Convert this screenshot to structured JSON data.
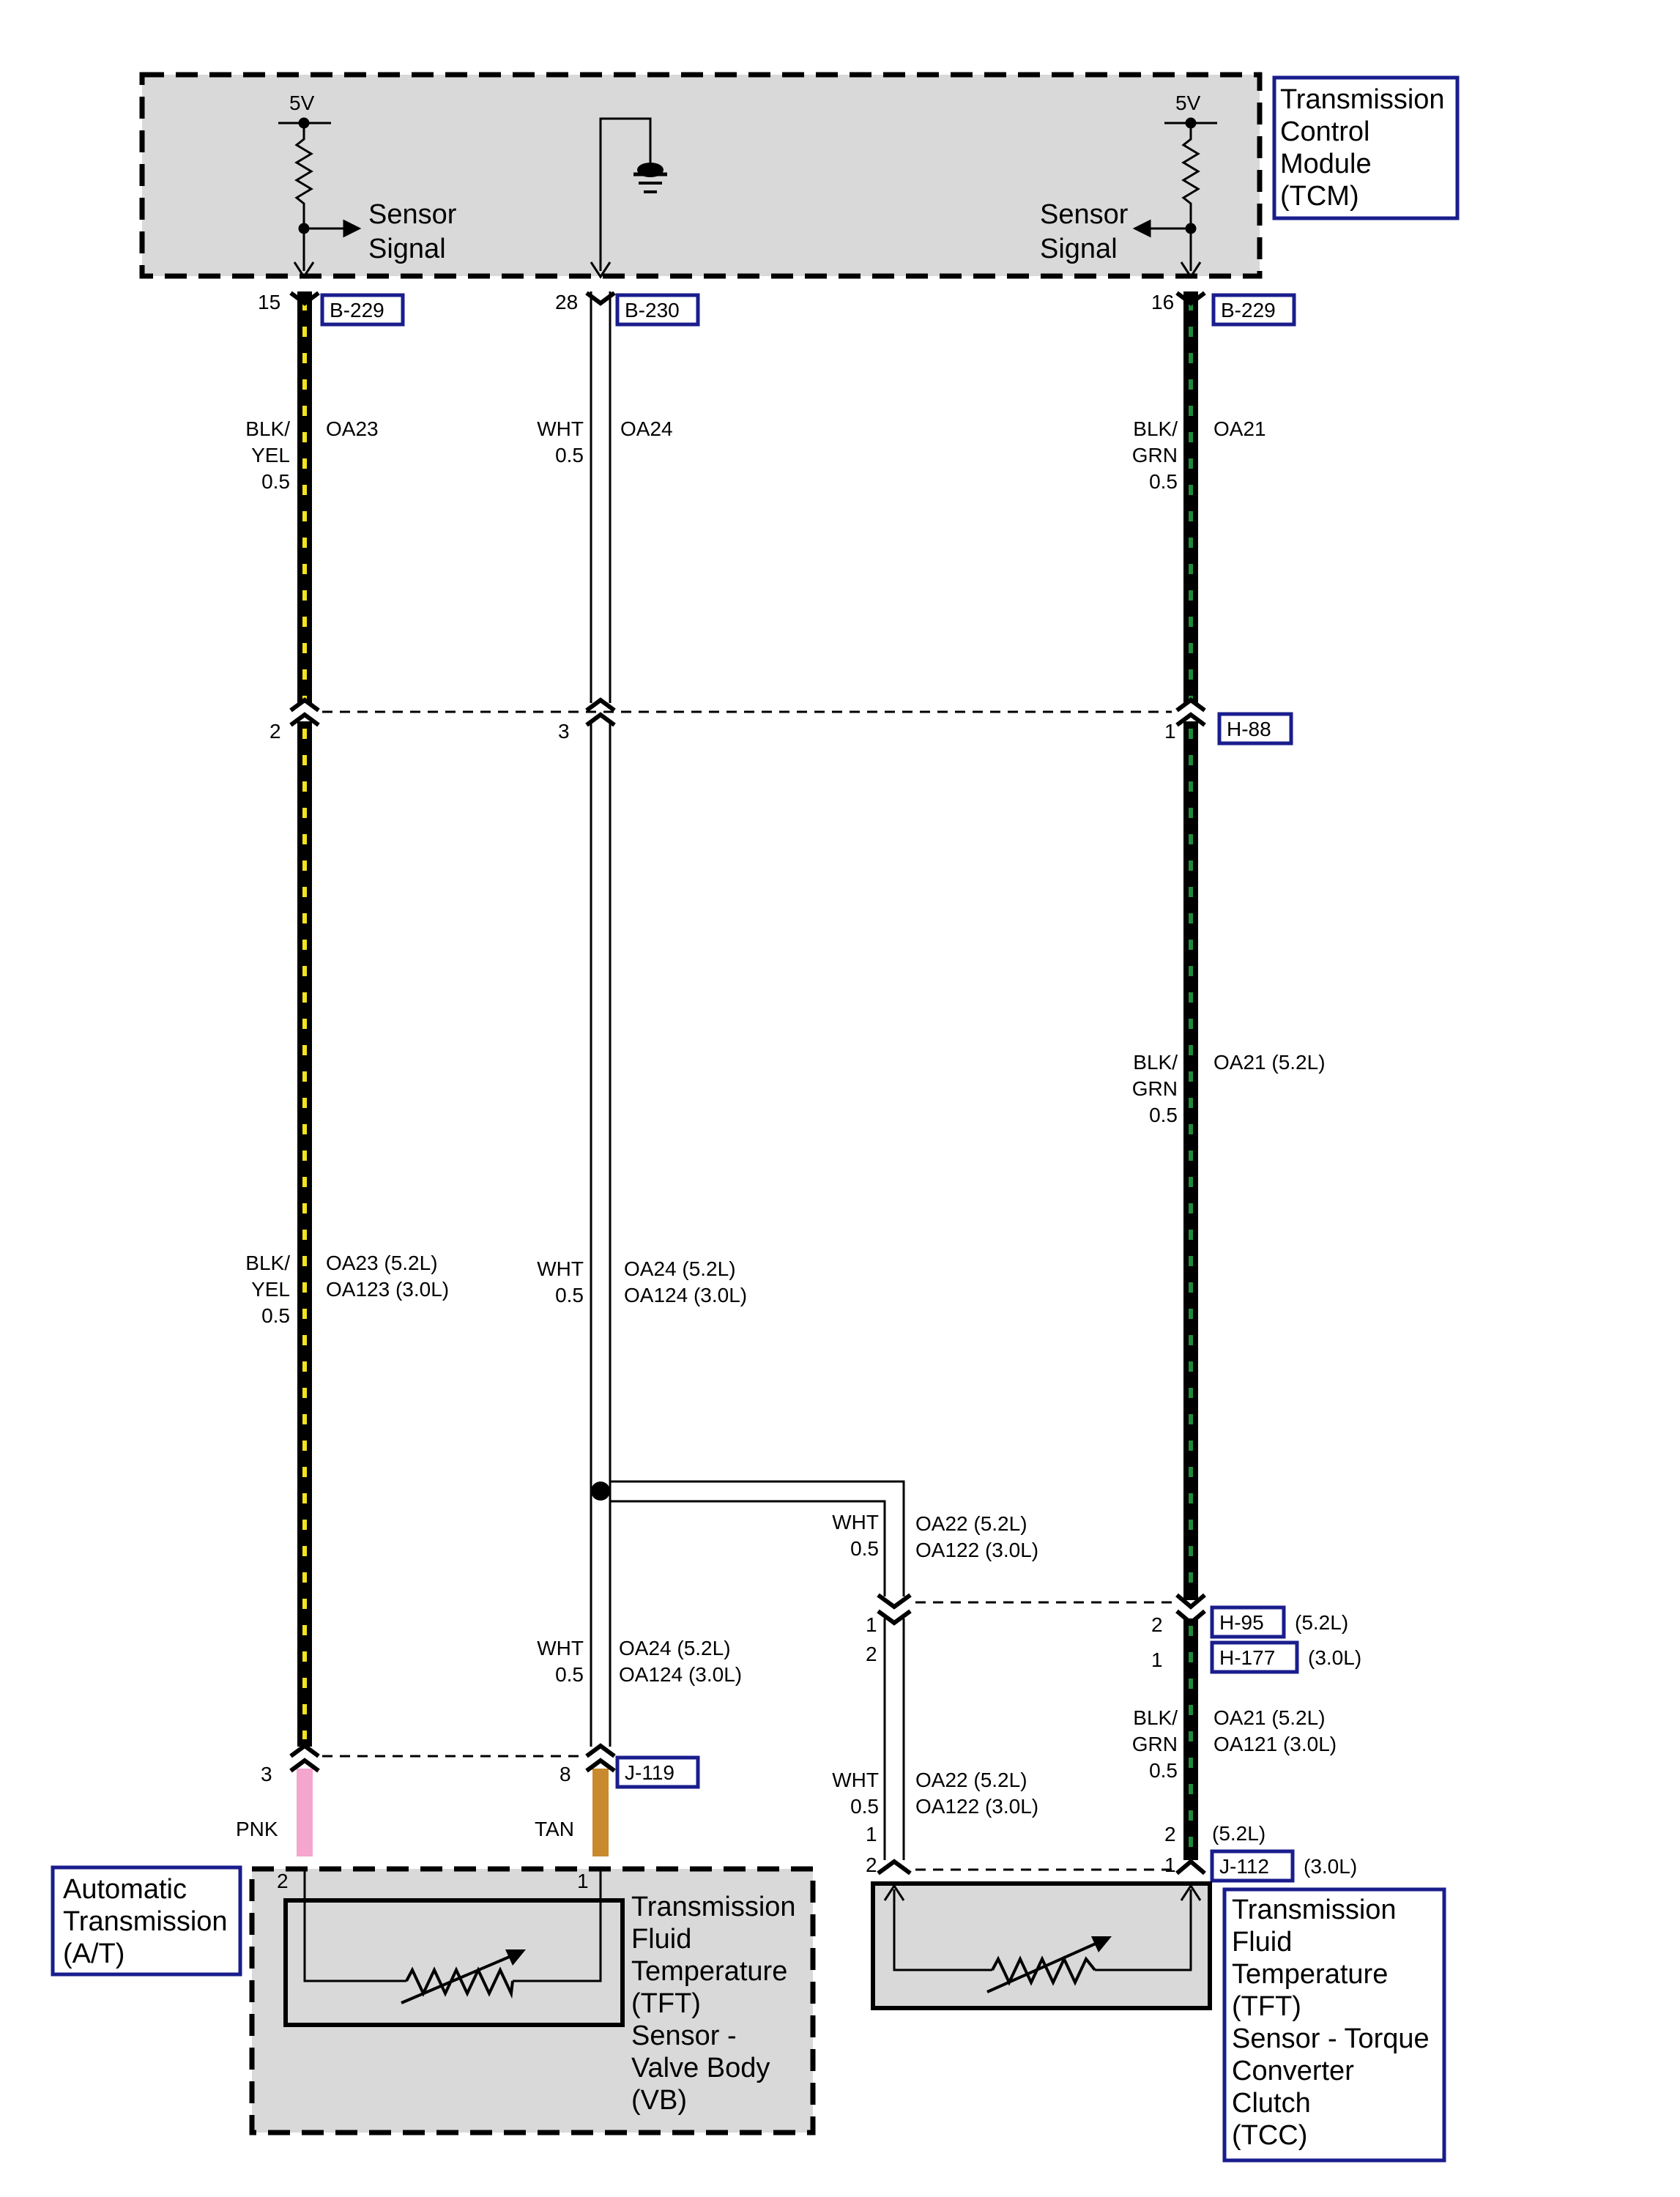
{
  "tcm": {
    "title_lines": [
      "Transmission",
      "Control",
      "Module",
      "(TCM)"
    ],
    "left_voltage": "5V",
    "right_voltage": "5V",
    "left_signal_lines": [
      "Sensor",
      "Signal"
    ],
    "right_signal_lines": [
      "Sensor",
      "Signal"
    ]
  },
  "connectors": {
    "b229_left": "B-229",
    "b230": "B-230",
    "b229_right": "B-229",
    "h88": "H-88",
    "h95": "H-95",
    "h177": "H-177",
    "j119": "J-119",
    "j112": "J-112"
  },
  "pins": {
    "p15": "15",
    "p28": "28",
    "p16": "16",
    "h88_left": "2",
    "h88_mid": "3",
    "h88_right": "1",
    "h95_left_top": "1",
    "h95_left_bot": "2",
    "h95_right_top": "2",
    "h95_right_bot": "1",
    "j119_left": "3",
    "j119_mid": "8",
    "j112_left_top": "1",
    "j112_left_bot": "2",
    "j112_right_top": "2",
    "j112_right_bot": "1",
    "vb_pin2": "2",
    "vb_pin1": "1"
  },
  "engine_notes": {
    "h95_52": "(5.2L)",
    "h177_30": "(3.0L)",
    "j112_52": "(5.2L)",
    "j112_30": "(3.0L)"
  },
  "wires": {
    "left_top_color": [
      "BLK/",
      "YEL",
      "0.5"
    ],
    "left_top_code": [
      "OA23"
    ],
    "mid_top_color": [
      "WHT",
      "0.5"
    ],
    "mid_top_code": [
      "OA24"
    ],
    "right_top_color": [
      "BLK/",
      "GRN",
      "0.5"
    ],
    "right_top_code": [
      "OA21"
    ],
    "right_mid_color": [
      "BLK/",
      "GRN",
      "0.5"
    ],
    "right_mid_code": [
      "OA21 (5.2L)"
    ],
    "left_mid_color": [
      "BLK/",
      "YEL",
      "0.5"
    ],
    "left_mid_code": [
      "OA23 (5.2L)",
      "OA123  (3.0L)"
    ],
    "mid_mid_color": [
      "WHT",
      "0.5"
    ],
    "mid_mid_code": [
      "OA24 (5.2L)",
      "OA124 (3.0L)"
    ],
    "branch_top_color": [
      "WHT",
      "0.5"
    ],
    "branch_top_code": [
      "OA22 (5.2L)",
      "OA122 (3.0L)"
    ],
    "mid_low_color": [
      "WHT",
      "0.5"
    ],
    "mid_low_code": [
      "OA24 (5.2L)",
      "OA124 (3.0L)"
    ],
    "right_low_color": [
      "BLK/",
      "GRN",
      "0.5"
    ],
    "right_low_code": [
      "OA21 (5.2L)",
      "OA121 (3.0L)"
    ],
    "branch_low_color": [
      "WHT",
      "0.5"
    ],
    "branch_low_code": [
      "OA22 (5.2L)",
      "OA122 (3.0L)"
    ],
    "pnk": "PNK",
    "tan": "TAN"
  },
  "components": {
    "at_lines": [
      "Automatic",
      "Transmission",
      "(A/T)"
    ],
    "tft_vb_lines": [
      "Transmission",
      "Fluid",
      "Temperature",
      "(TFT)",
      "Sensor -",
      "Valve Body",
      "(VB)"
    ],
    "tft_tcc_lines": [
      "Transmission",
      "Fluid",
      "Temperature",
      "(TFT)",
      "Sensor - Torque",
      "Converter",
      "Clutch",
      "(TCC)"
    ]
  },
  "colors": {
    "module_fill": "#d9d9d9",
    "box_border": "#1a1d8c",
    "yellow_stripe": "#f4e41c",
    "green_stripe": "#1f8a3a",
    "pink": "#f4a6cf",
    "tan": "#c98a2e"
  }
}
